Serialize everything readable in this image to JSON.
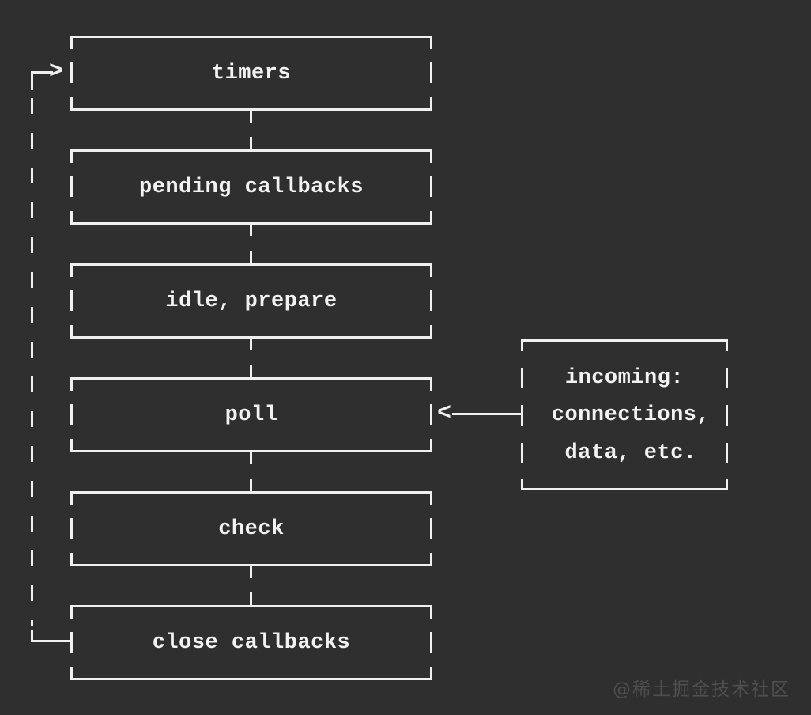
{
  "colors": {
    "background": "#2f2f2f",
    "line": "#f0f0f0",
    "text": "#f2f2f2",
    "watermark": "#4f4f4f"
  },
  "phases": [
    {
      "label": "timers"
    },
    {
      "label": "pending callbacks"
    },
    {
      "label": "idle, prepare"
    },
    {
      "label": "poll"
    },
    {
      "label": "check"
    },
    {
      "label": "close callbacks"
    }
  ],
  "side_box": {
    "lines": [
      "incoming:",
      "connections,",
      "data, etc."
    ]
  },
  "icons": {
    "loop_arrowhead_right": ">",
    "incoming_arrowhead_left": "<"
  },
  "watermark": "@稀土掘金技术社区"
}
